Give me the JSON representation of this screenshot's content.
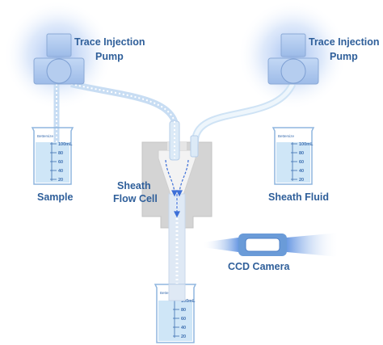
{
  "labels": {
    "pump_left": [
      "Trace Injection",
      "Pump"
    ],
    "pump_right": [
      "Trace Injection",
      "Pump"
    ],
    "sample": "Sample",
    "sheath_fluid": "Sheath Fluid",
    "flow_cell": [
      "Sheath",
      "Flow Cell"
    ],
    "camera": "CCD Camera"
  },
  "beaker": {
    "brand": "Bettersize",
    "ticks": [
      "100mL",
      "80",
      "60",
      "40",
      "20"
    ]
  },
  "icons": [
    "syringe-pump-icon",
    "beaker-icon",
    "flow-cell-icon",
    "camera-icon"
  ],
  "colors": {
    "label": "#2f5f9a",
    "pump": "#a9c6ee",
    "glow": "#9fbef0",
    "tube": "#d9e9f7",
    "liquid": "#bfe0f6",
    "cell": "#d4d4d4",
    "camera": "#6a9bd8"
  }
}
